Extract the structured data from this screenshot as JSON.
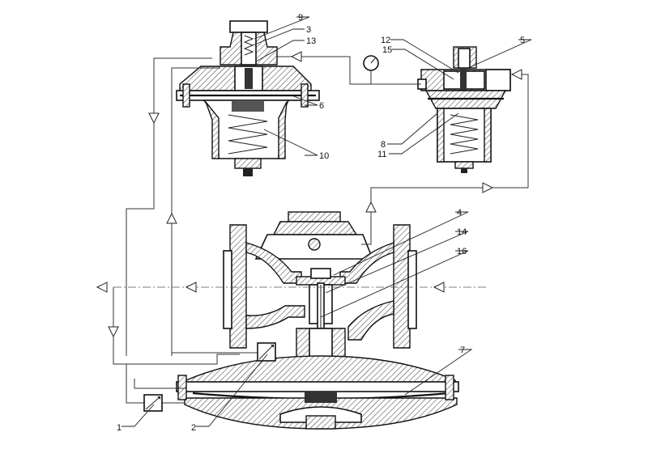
{
  "callouts": [
    {
      "id": "c1",
      "label": "1"
    },
    {
      "id": "c2",
      "label": "2"
    },
    {
      "id": "c3",
      "label": "3"
    },
    {
      "id": "c4",
      "label": "4"
    },
    {
      "id": "c5",
      "label": "5"
    },
    {
      "id": "c6",
      "label": "6"
    },
    {
      "id": "c7",
      "label": "7"
    },
    {
      "id": "c8",
      "label": "8"
    },
    {
      "id": "c9",
      "label": "9"
    },
    {
      "id": "c10",
      "label": "10"
    },
    {
      "id": "c11",
      "label": "11"
    },
    {
      "id": "c12",
      "label": "12"
    },
    {
      "id": "c13",
      "label": "13"
    },
    {
      "id": "c14",
      "label": "14"
    },
    {
      "id": "c15",
      "label": "15"
    },
    {
      "id": "c16",
      "label": "16"
    }
  ],
  "colors": {
    "line": "#222222",
    "background": "#ffffff"
  }
}
